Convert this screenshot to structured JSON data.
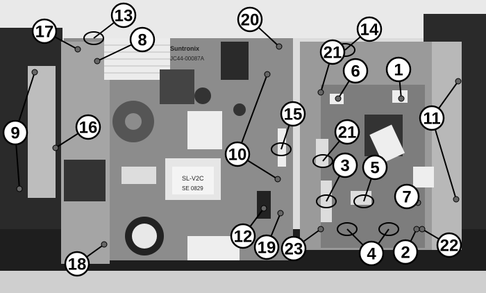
{
  "figure": {
    "board_text": {
      "brand": "Suntronix",
      "part": "JC44-00087A",
      "transformer_label": "SL-V2C",
      "transformer_code": "SE 0829"
    },
    "callouts": [
      "13",
      "17",
      "8",
      "20",
      "14",
      "21",
      "6",
      "1",
      "9",
      "16",
      "11",
      "15",
      "21",
      "10",
      "3",
      "5",
      "7",
      "12",
      "19",
      "23",
      "18",
      "4",
      "2",
      "22"
    ]
  },
  "colors": {
    "callout_fill": "#ffffff",
    "callout_stroke": "#000000",
    "board": "#8a8a8a",
    "chassis": "#b5b5b5"
  }
}
